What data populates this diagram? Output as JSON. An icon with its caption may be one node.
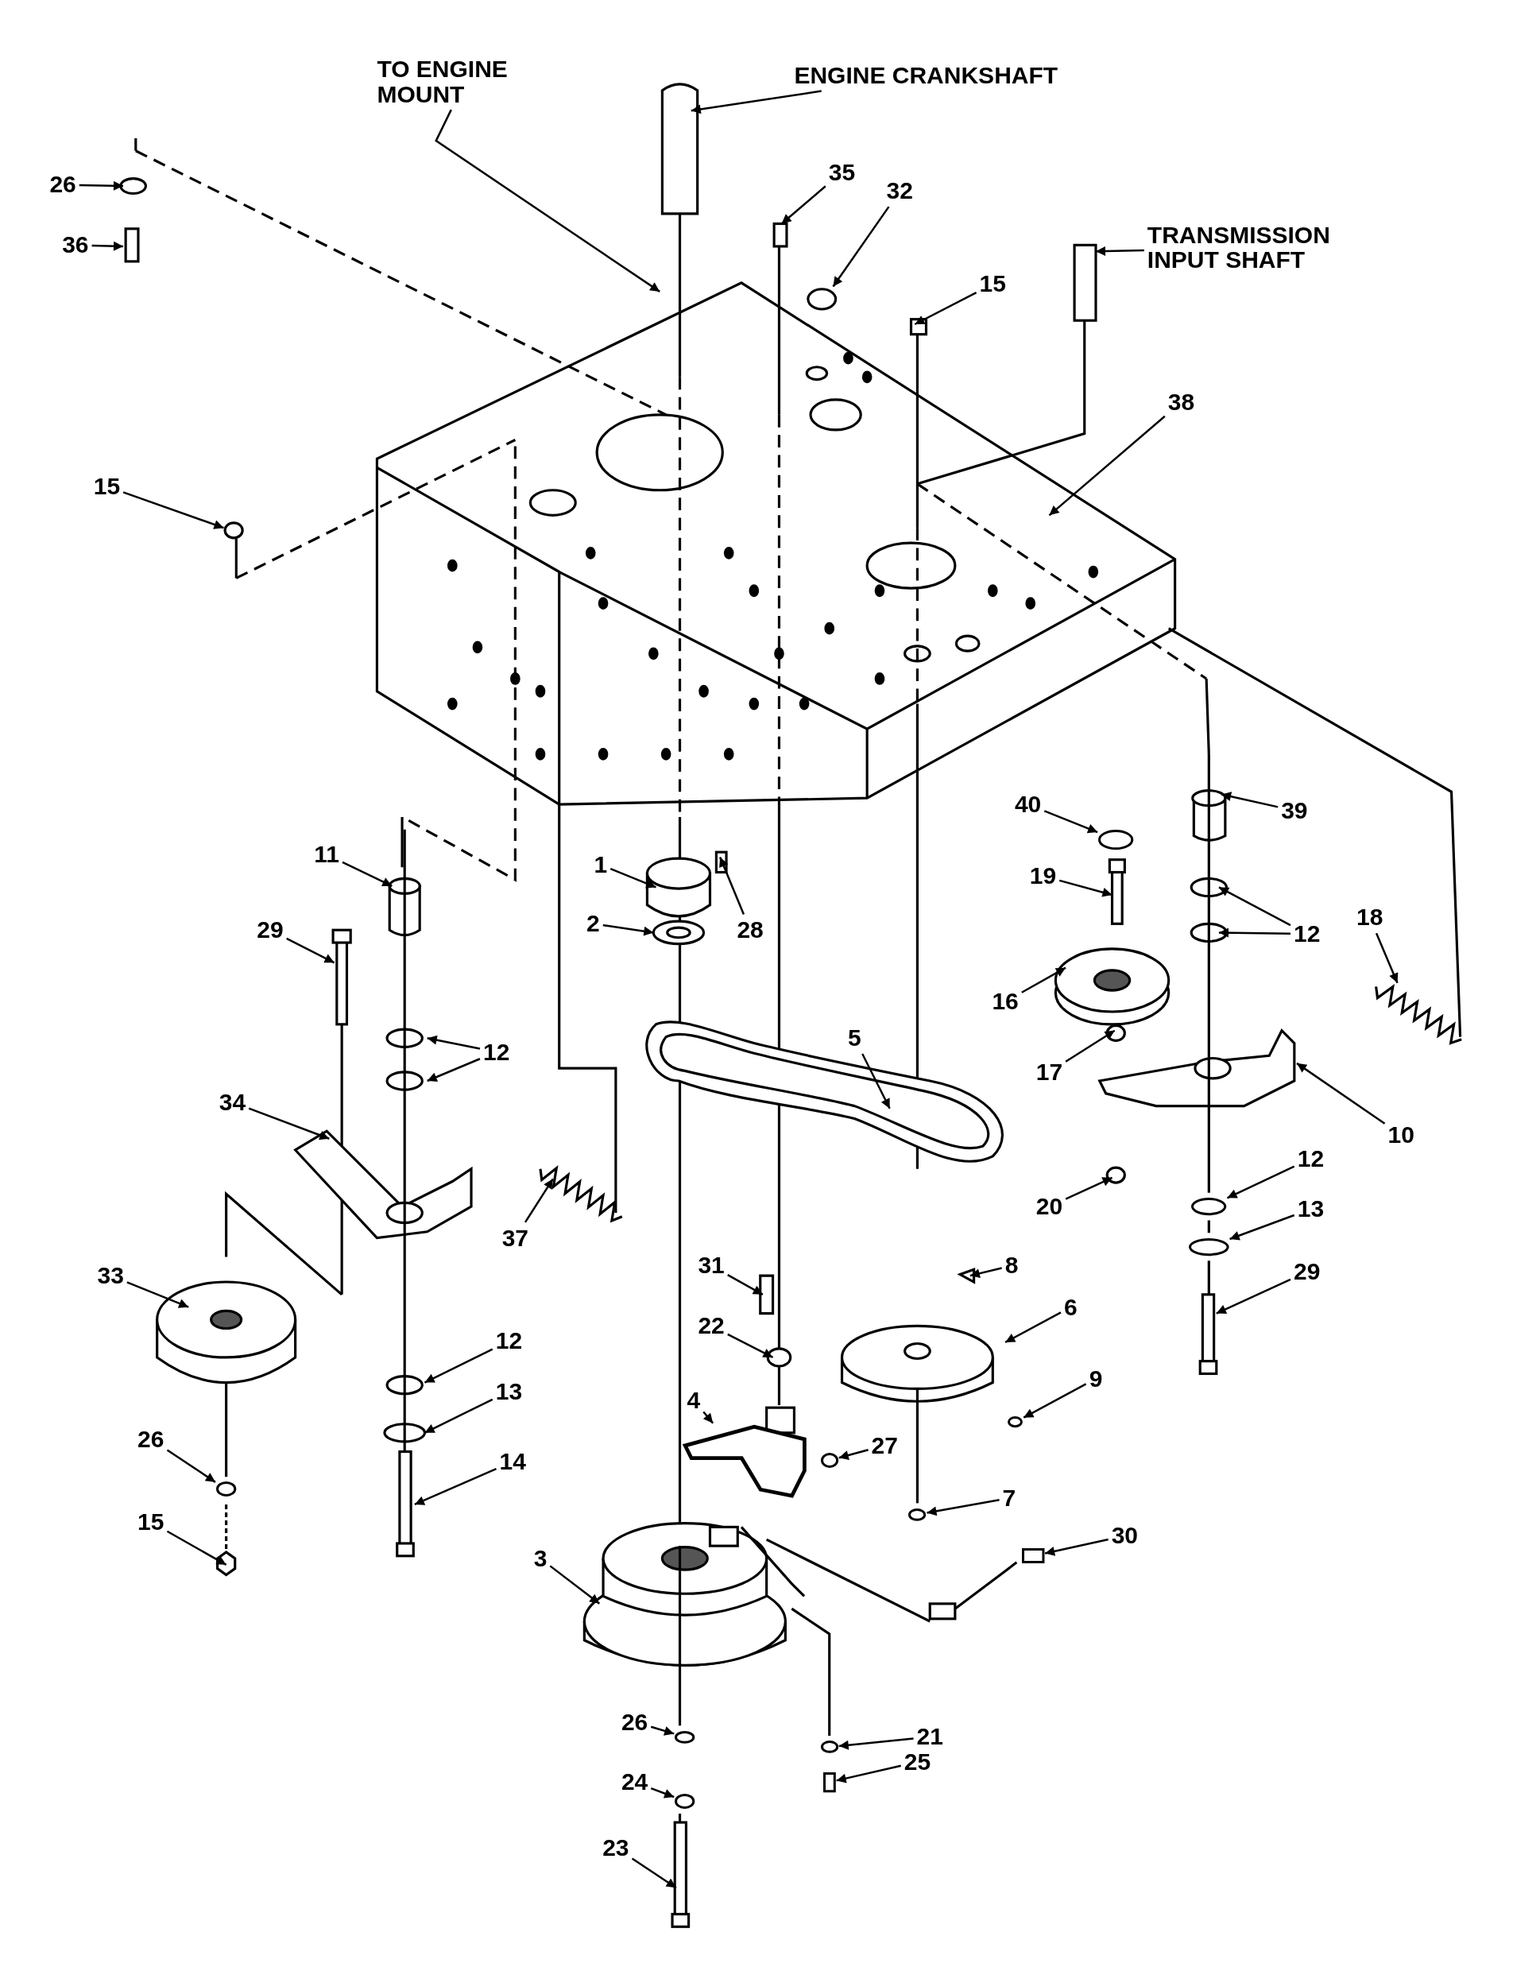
{
  "diagram": {
    "nodes": [
      {
        "text": [
          "TO ENGINE MOUNT"
        ]
      },
      {
        "text": [
          "ENGINE CRANKSHAFT"
        ]
      },
      {
        "text": [
          "TRANSMISSION INPUT SHAFT"
        ]
      },
      {
        "text": [
          "26"
        ]
      },
      {
        "text": [
          "36"
        ]
      },
      {
        "text": [
          "35"
        ]
      },
      {
        "text": [
          "32"
        ]
      },
      {
        "text": [
          "15"
        ]
      },
      {
        "text": [
          "38"
        ]
      },
      {
        "text": [
          "15"
        ]
      },
      {
        "text": [
          "19"
        ]
      },
      {
        "text": [
          "39"
        ]
      },
      {
        "text": [
          "40"
        ]
      },
      {
        "text": [
          "11"
        ]
      },
      {
        "text": [
          "1"
        ]
      },
      {
        "text": [
          "28"
        ]
      },
      {
        "text": [
          "2"
        ]
      },
      {
        "text": [
          "29"
        ]
      },
      {
        "text": [
          "12"
        ]
      },
      {
        "text": [
          "18"
        ]
      },
      {
        "text": [
          "16"
        ]
      },
      {
        "text": [
          "5"
        ]
      },
      {
        "text": [
          "12"
        ]
      },
      {
        "text": [
          "17"
        ]
      },
      {
        "text": [
          "10"
        ]
      },
      {
        "text": [
          "34"
        ]
      },
      {
        "text": [
          "33"
        ]
      },
      {
        "text": [
          "20"
        ]
      },
      {
        "text": [
          "12"
        ]
      },
      {
        "text": [
          "13"
        ]
      },
      {
        "text": [
          "37"
        ]
      },
      {
        "text": [
          "8"
        ]
      },
      {
        "text": [
          "31"
        ]
      },
      {
        "text": [
          "29"
        ]
      },
      {
        "text": [
          "6"
        ]
      },
      {
        "text": [
          "12"
        ]
      },
      {
        "text": [
          "22"
        ]
      },
      {
        "text": [
          "13"
        ]
      },
      {
        "text": [
          "9"
        ]
      },
      {
        "text": [
          "4"
        ]
      },
      {
        "text": [
          "27"
        ]
      },
      {
        "text": [
          "26"
        ]
      },
      {
        "text": [
          "14"
        ]
      },
      {
        "text": [
          "7"
        ]
      },
      {
        "text": [
          "15"
        ]
      },
      {
        "text": [
          "30"
        ]
      },
      {
        "text": [
          "3"
        ]
      },
      {
        "text": [
          "21"
        ]
      },
      {
        "text": [
          "26"
        ]
      },
      {
        "text": [
          "25"
        ]
      },
      {
        "text": [
          "24"
        ]
      },
      {
        "text": [
          "23"
        ]
      },
      {
        "text": [],
        "shape": "circle"
      },
      {
        "text": [],
        "shape": "circle"
      },
      {
        "text": [],
        "shape": "circle"
      },
      {
        "text": [],
        "shape": "circle"
      },
      {
        "text": [],
        "shape": "circle"
      },
      {
        "text": [],
        "shape": "circle"
      },
      {
        "text": [],
        "shape": "box"
      },
      {
        "text": [],
        "shape": "circle"
      },
      {
        "text": [],
        "shape": "circle"
      },
      {
        "text": [],
        "shape": "circle"
      },
      {
        "text": [],
        "shape": "picture"
      },
      {
        "text": [],
        "shape": "circle"
      },
      {
        "text": [],
        "shape": "box"
      }
    ],
    "edges": [
      {
        "from": 0,
        "to": null,
        "arrow": "to"
      },
      {
        "from": 1,
        "to": null,
        "arrow": "to"
      },
      {
        "from": 2,
        "to": null,
        "arrow": "to"
      },
      {
        "from": 3,
        "to": null,
        "arrow": "to"
      },
      {
        "from": 4,
        "to": null,
        "arrow": "to"
      },
      {
        "from": 5,
        "to": null,
        "arrow": "to"
      },
      {
        "from": 6,
        "to": null,
        "arrow": "to"
      },
      {
        "from": 7,
        "to": null,
        "arrow": "to"
      },
      {
        "from": 8,
        "to": null,
        "arrow": "to"
      },
      {
        "from": 9,
        "to": null,
        "arrow": "to"
      },
      {
        "from": 10,
        "to": null,
        "arrow": "to"
      },
      {
        "from": 11,
        "to": null,
        "arrow": "to"
      },
      {
        "from": 12,
        "to": 52,
        "arrow": "to"
      },
      {
        "from": 13,
        "to": null,
        "arrow": "to"
      },
      {
        "from": 14,
        "to": null,
        "arrow": "to"
      },
      {
        "from": 15,
        "to": null,
        "arrow": "to"
      },
      {
        "from": 16,
        "to": null,
        "arrow": "to"
      },
      {
        "from": 17,
        "to": null,
        "arrow": "to"
      },
      {
        "from": 18,
        "to": null,
        "arrow": "to"
      },
      {
        "from": 18,
        "to": null,
        "arrow": "to"
      },
      {
        "from": 19,
        "to": null,
        "arrow": "to"
      },
      {
        "from": 20,
        "to": null,
        "arrow": "to"
      },
      {
        "from": 21,
        "to": null,
        "arrow": "to"
      },
      {
        "from": 22,
        "to": null,
        "arrow": "to"
      },
      {
        "from": 22,
        "to": null,
        "arrow": "to"
      },
      {
        "from": 23,
        "to": null,
        "arrow": "to"
      },
      {
        "from": 24,
        "to": null,
        "arrow": "to"
      },
      {
        "from": 25,
        "to": null,
        "arrow": "to"
      },
      {
        "from": 26,
        "to": null,
        "arrow": "to"
      },
      {
        "from": 27,
        "to": null,
        "arrow": "to"
      },
      {
        "from": 28,
        "to": 63,
        "arrow": "to"
      },
      {
        "from": 29,
        "to": 53,
        "arrow": "to"
      },
      {
        "from": 30,
        "to": null,
        "arrow": "to"
      },
      {
        "from": 31,
        "to": null,
        "arrow": "to"
      },
      {
        "from": 32,
        "to": null,
        "arrow": "to"
      },
      {
        "from": 33,
        "to": null,
        "arrow": "to"
      },
      {
        "from": 34,
        "to": null,
        "arrow": "to"
      },
      {
        "from": 35,
        "to": null,
        "arrow": "to"
      },
      {
        "from": 36,
        "to": null,
        "arrow": "to"
      },
      {
        "from": 37,
        "to": null,
        "arrow": "to"
      },
      {
        "from": 38,
        "to": 54,
        "arrow": "to"
      },
      {
        "from": 39,
        "to": 62,
        "arrow": "to"
      },
      {
        "from": 40,
        "to": 55,
        "arrow": "to"
      },
      {
        "from": 41,
        "to": 56,
        "arrow": "to"
      },
      {
        "from": 42,
        "to": null,
        "arrow": "to"
      },
      {
        "from": 43,
        "to": 57,
        "arrow": "to"
      },
      {
        "from": 44,
        "to": null,
        "arrow": "to"
      },
      {
        "from": 45,
        "to": 58,
        "arrow": "to"
      },
      {
        "from": 46,
        "to": null,
        "arrow": "to"
      },
      {
        "from": 47,
        "to": 59,
        "arrow": "to"
      },
      {
        "from": 48,
        "to": 60,
        "arrow": "to"
      },
      {
        "from": 49,
        "to": 64,
        "arrow": "to"
      },
      {
        "from": 50,
        "to": 61,
        "arrow": "to"
      },
      {
        "from": 51,
        "to": null,
        "arrow": "to"
      }
    ]
  }
}
